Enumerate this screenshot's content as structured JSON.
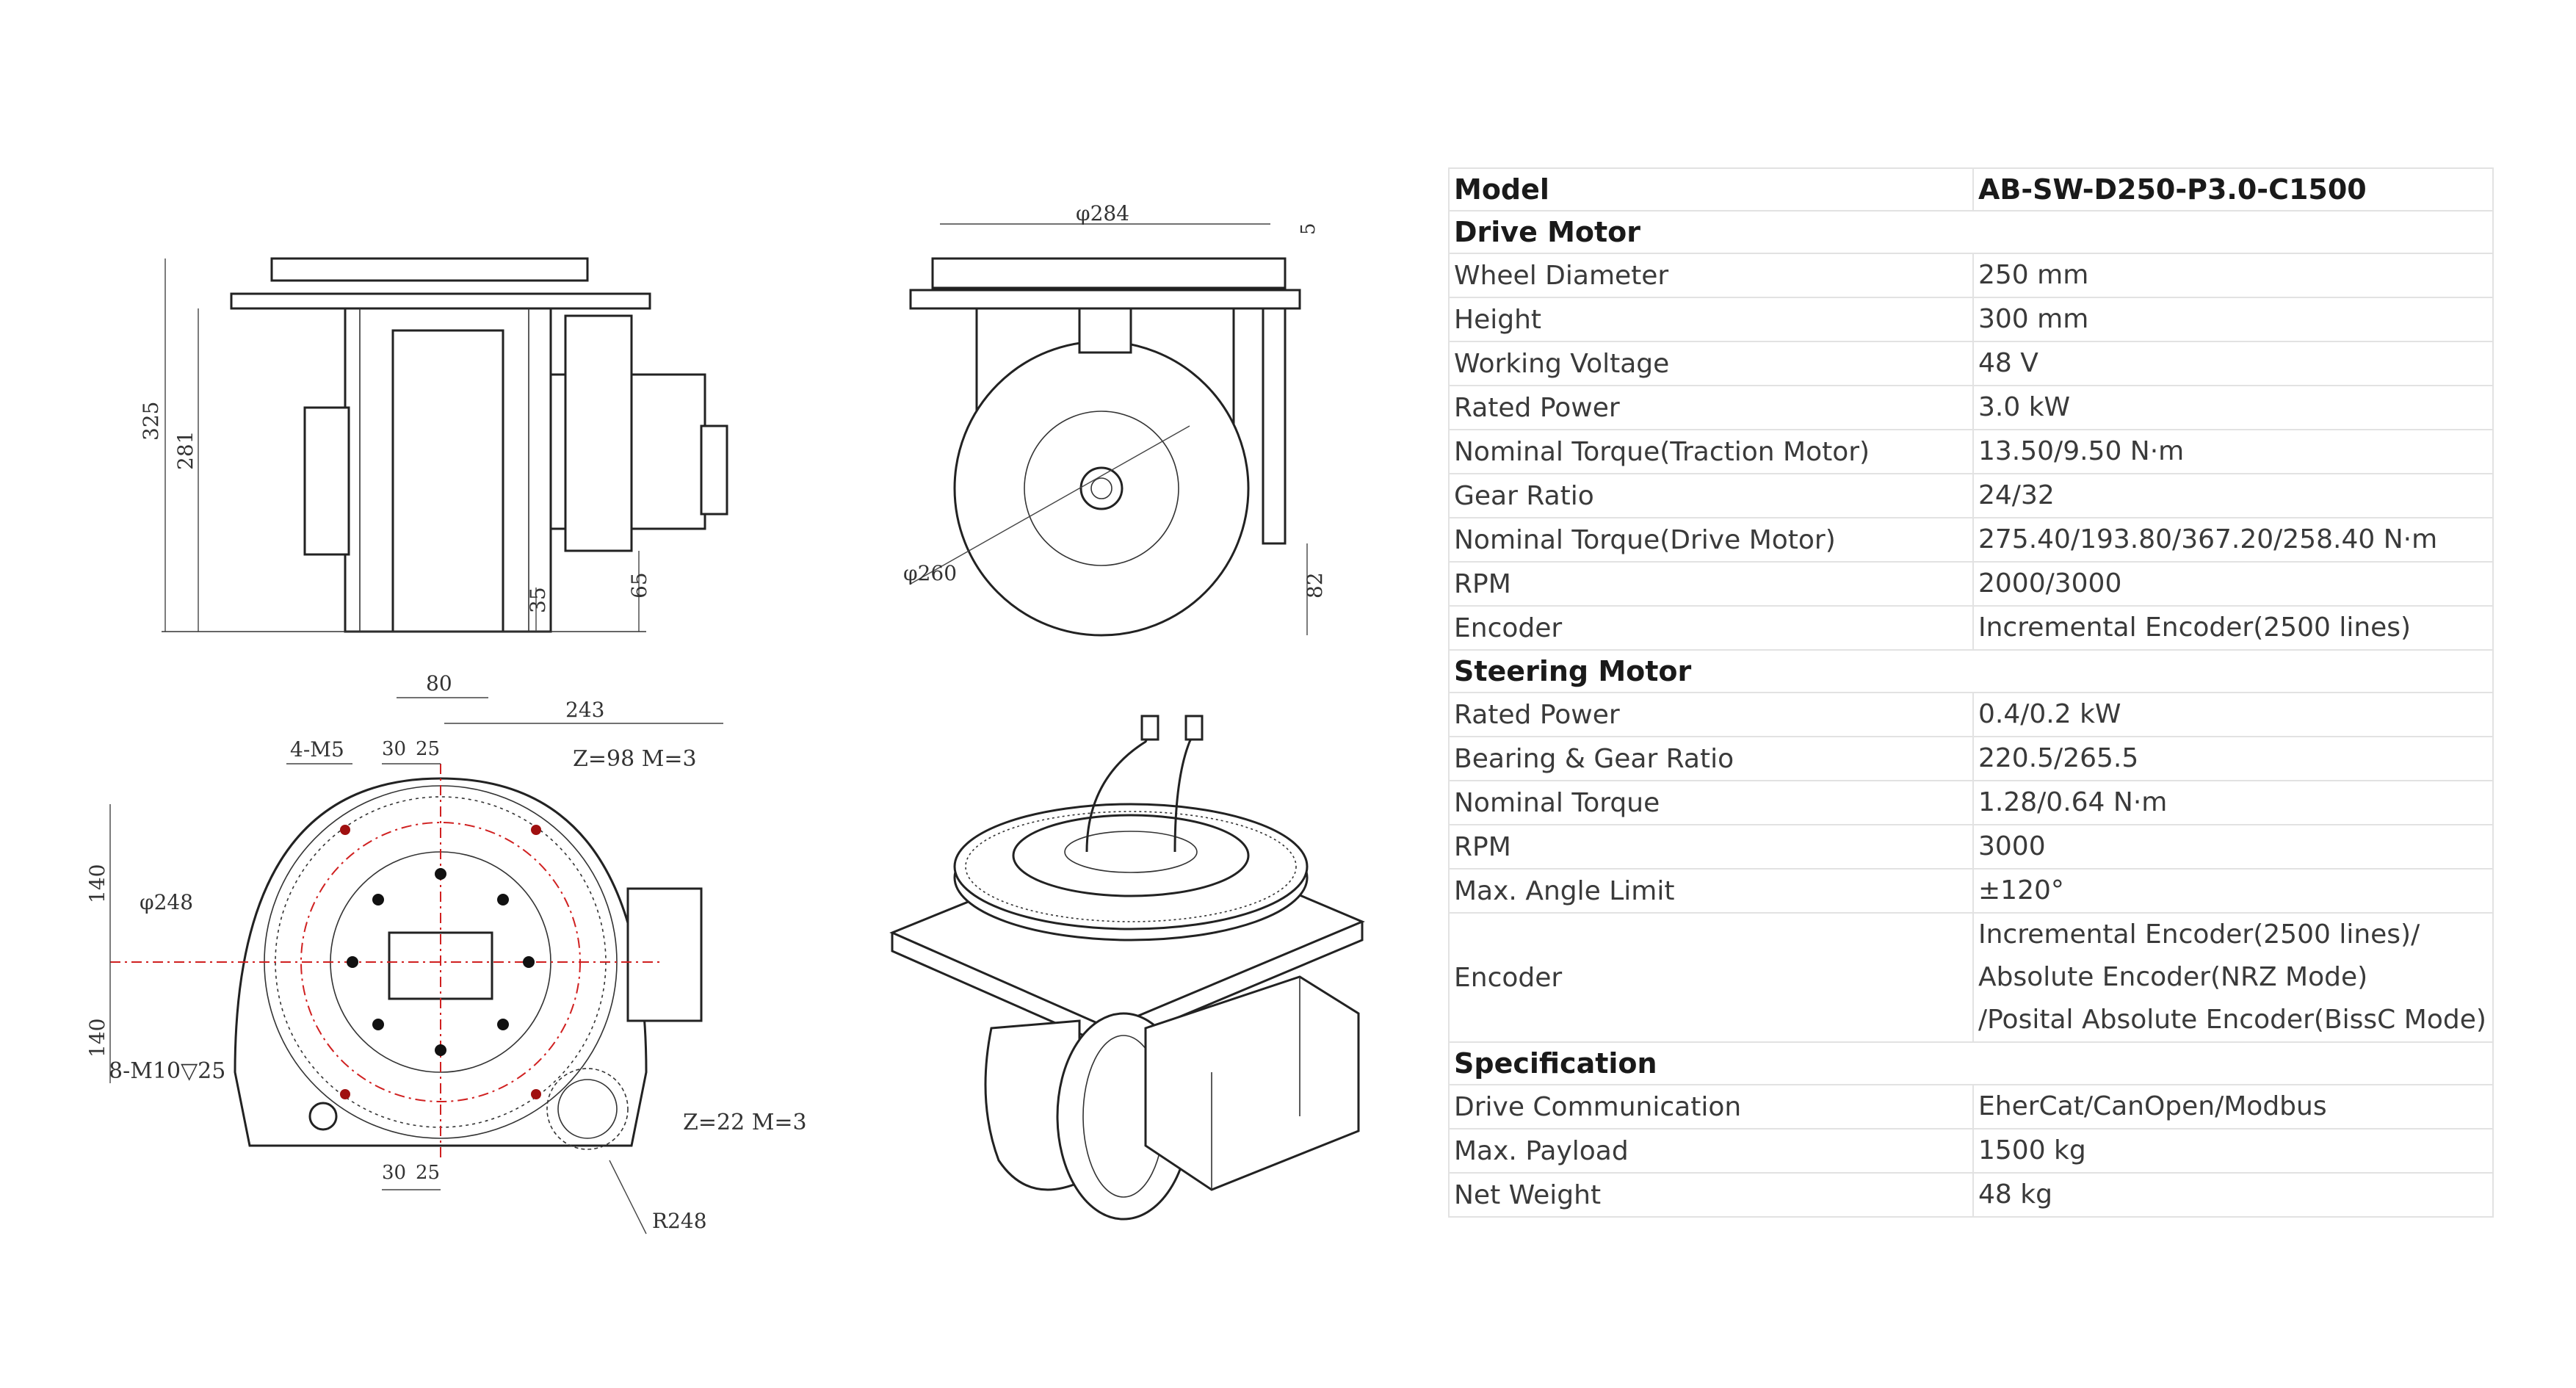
{
  "drawing_labels": {
    "side_height": "325",
    "side_inner_height": "281",
    "side_dim_35": "35",
    "side_dim_65": "65",
    "side_width_80": "80",
    "side_width_243": "243",
    "front_diameter_top": "φ284",
    "front_dim_5": "5",
    "front_diameter_wheel": "φ260",
    "front_dim_82": "82",
    "top_holes": "4-M5",
    "top_dim_30": "30",
    "top_dim_25": "25",
    "top_gear_big": "Z=98 M=3",
    "top_dim_140_a": "140",
    "top_dim_140_b": "140",
    "top_diameter": "φ248",
    "top_holes_m10": "8-M10▽25",
    "top_gear_small": "Z=22 M=3",
    "top_dim_30_b": "30",
    "top_dim_25_b": "25",
    "top_radius": "R248"
  },
  "spec": {
    "header": {
      "label": "Model",
      "value": "AB-SW-D250-P3.0-C1500"
    },
    "sections": [
      {
        "title": "Drive Motor",
        "rows": [
          {
            "label": "Wheel Diameter",
            "value": [
              "250 mm"
            ]
          },
          {
            "label": "Height",
            "value": [
              "300 mm"
            ]
          },
          {
            "label": "Working Voltage",
            "value": [
              "48 V"
            ]
          },
          {
            "label": "Rated Power",
            "value": [
              "3.0 kW"
            ]
          },
          {
            "label": "Nominal Torque(Traction Motor)",
            "value": [
              "13.50/9.50 N·m"
            ]
          },
          {
            "label": "Gear Ratio",
            "value": [
              "24/32"
            ]
          },
          {
            "label": "Nominal Torque(Drive Motor)",
            "value": [
              "275.40/193.80/367.20/258.40 N·m"
            ]
          },
          {
            "label": "RPM",
            "value": [
              "2000/3000"
            ]
          },
          {
            "label": "Encoder",
            "value": [
              "Incremental Encoder(2500 lines)"
            ]
          }
        ]
      },
      {
        "title": "Steering Motor",
        "rows": [
          {
            "label": "Rated Power",
            "value": [
              "0.4/0.2 kW"
            ]
          },
          {
            "label": "Bearing & Gear Ratio",
            "value": [
              "220.5/265.5"
            ]
          },
          {
            "label": "Nominal Torque",
            "value": [
              "1.28/0.64 N·m"
            ]
          },
          {
            "label": "RPM",
            "value": [
              "3000"
            ]
          },
          {
            "label": "Max. Angle Limit",
            "value": [
              "±120°"
            ]
          },
          {
            "label": "Encoder",
            "value": [
              "Incremental Encoder(2500 lines)/",
              "Absolute Encoder(NRZ Mode)",
              "/Posital Absolute Encoder(BissC Mode)"
            ]
          }
        ]
      },
      {
        "title": "Specification",
        "rows": [
          {
            "label": "Drive Communication",
            "value": [
              "EherCat/CanOpen/Modbus"
            ]
          },
          {
            "label": "Max. Payload",
            "value": [
              "1500 kg"
            ]
          },
          {
            "label": "Net Weight",
            "value": [
              "48 kg"
            ]
          }
        ]
      }
    ]
  }
}
